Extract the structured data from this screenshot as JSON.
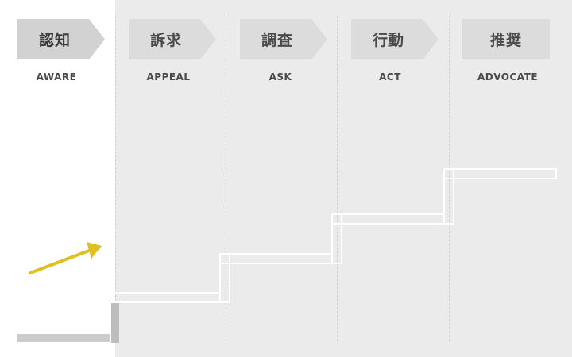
{
  "stages": [
    {
      "name": "認知",
      "sub": "AWARE"
    },
    {
      "name": "訴求",
      "sub": "APPEAL"
    },
    {
      "name": "調査",
      "sub": "ASK"
    },
    {
      "name": "行動",
      "sub": "ACT"
    },
    {
      "name": "推奨",
      "sub": "ADVOCATE"
    }
  ],
  "colors": {
    "panel": "#ebebeb",
    "tab_first": "#d2d2d2",
    "tab_other": "#dcdcdc",
    "text": "#4a4a4a",
    "arrow": "#e0c020",
    "ground": "#cccccc",
    "step_outline": "#ffffff"
  }
}
